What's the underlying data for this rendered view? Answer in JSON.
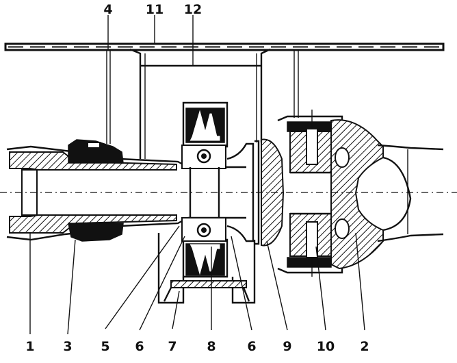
{
  "callouts": {
    "bottom": [
      "1",
      "3",
      "5",
      "6",
      "7",
      "8",
      "6",
      "9",
      "10",
      "2"
    ],
    "top": [
      "4",
      "11",
      "12"
    ]
  }
}
